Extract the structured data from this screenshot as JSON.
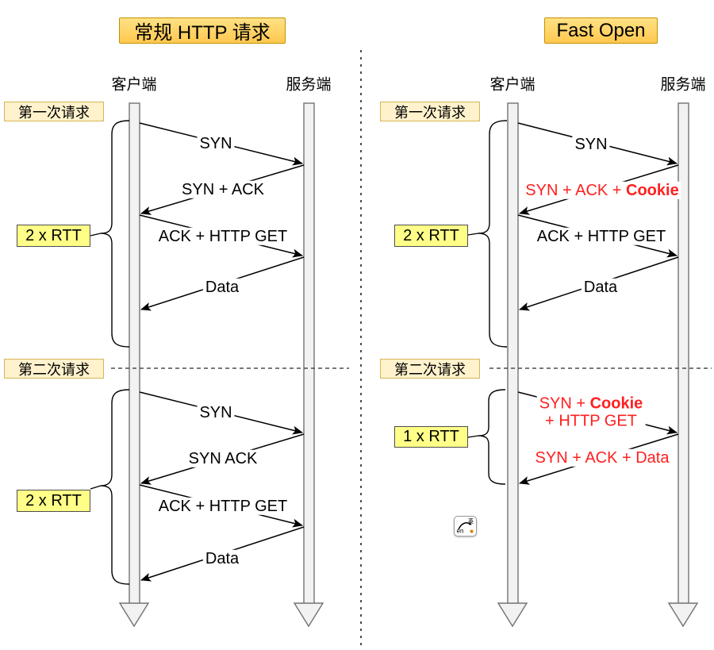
{
  "left_panel": {
    "title": "常规 HTTP 请求",
    "client": "客户端",
    "server": "服务端",
    "request1": {
      "label": "第一次请求",
      "rtt": "2 x RTT",
      "msg_syn": "SYN",
      "msg_synack": "SYN + ACK",
      "msg_ack_get": "ACK + HTTP GET",
      "msg_data": "Data"
    },
    "request2": {
      "label": "第二次请求",
      "rtt": "2 x RTT",
      "msg_syn": "SYN",
      "msg_synack": "SYN ACK",
      "msg_ack_get": "ACK + HTTP GET",
      "msg_data": "Data"
    }
  },
  "right_panel": {
    "title": "Fast Open",
    "client": "客户端",
    "server": "服务端",
    "request1": {
      "label": "第一次请求",
      "rtt": "2 x RTT",
      "msg_syn": "SYN",
      "msg_synack_prefix": "SYN + ACK + ",
      "msg_synack_bold": "Cookie",
      "msg_ack_get": "ACK + HTTP GET",
      "msg_data": "Data"
    },
    "request2": {
      "label": "第二次请求",
      "rtt": "1 x RTT",
      "msg_open_line1_prefix": "SYN + ",
      "msg_open_line1_bold": "Cookie",
      "msg_open_line2": "+ HTTP GET",
      "msg_response": "SYN + ACK + Data"
    }
  },
  "ime_badge": {
    "lang": "en",
    "char": "英"
  },
  "colors": {
    "message_red": "#FF2020",
    "title_fill_top": "#FFE184",
    "title_fill_bottom": "#FFC84F",
    "title_border": "#C19200",
    "note_fill": "#FFF2CC",
    "note_border": "#D6B656",
    "rtt_fill": "#FFFF88",
    "rtt_border": "#4D4D4D",
    "lifeline_fill": "#F2F2F2",
    "lifeline_border": "#737373",
    "dashed_line": "#4D4D4D"
  }
}
